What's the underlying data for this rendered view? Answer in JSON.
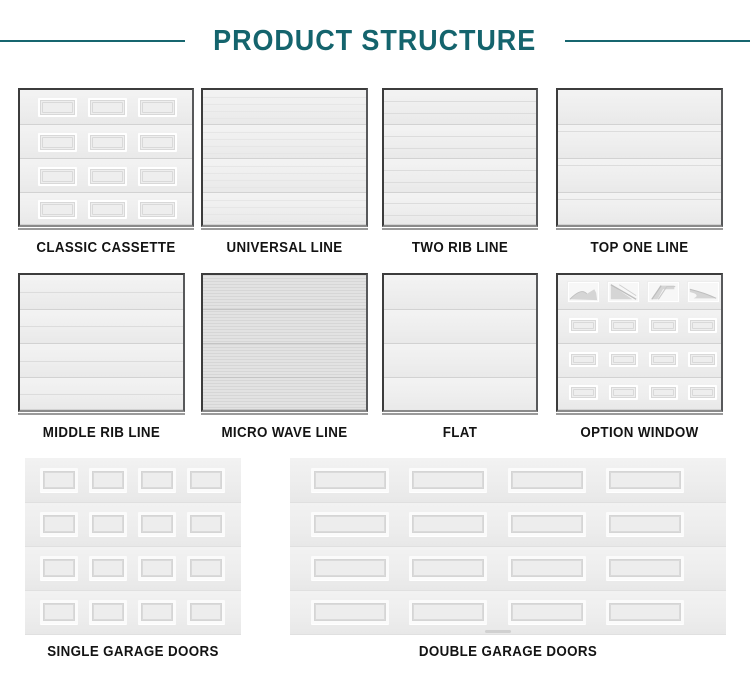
{
  "header": {
    "title": "PRODUCT STRUCTURE",
    "accent_color": "#14646d",
    "rule_color": "#17666f"
  },
  "rows": [
    {
      "items": [
        {
          "label": "CLASSIC CASSETTE",
          "pattern": "cassette",
          "sections": 4,
          "cols": 3
        },
        {
          "label": "UNIVERSAL LINE",
          "pattern": "fine-lines",
          "sections": 4,
          "ribs_per_section": 4
        },
        {
          "label": "TWO RIB LINE",
          "pattern": "two-rib",
          "sections": 4,
          "ribs_per_section": 2
        },
        {
          "label": "TOP ONE LINE",
          "pattern": "top-one",
          "sections": 4,
          "ribs_per_section": 1
        }
      ]
    },
    {
      "items": [
        {
          "label": "MIDDLE RIB LINE",
          "pattern": "middle-rib",
          "sections": 4,
          "ribs_per_section": 1
        },
        {
          "label": "MICRO WAVE LINE",
          "pattern": "micro-wave",
          "sections": 4
        },
        {
          "label": "FLAT",
          "pattern": "flat",
          "sections": 4
        },
        {
          "label": "OPTION WINDOW",
          "pattern": "option-window",
          "sections": 4,
          "cols": 4,
          "window_row": 1
        }
      ]
    }
  ],
  "bottom": {
    "items": [
      {
        "label": "SINGLE GARAGE DOORS",
        "pattern": "single",
        "rows": 4,
        "cols": 4
      },
      {
        "label": "DOUBLE GARAGE DOORS",
        "pattern": "double",
        "rows": 4,
        "cols": 4
      }
    ]
  },
  "window_designs": [
    {
      "name": "window-arc-low"
    },
    {
      "name": "window-diagonal-fan"
    },
    {
      "name": "window-double-slash"
    },
    {
      "name": "window-wave-spear"
    }
  ],
  "colors": {
    "door_fill": "#f0f0f0",
    "frame_dark": "#3c3c3c",
    "panel_edge": "#d8d8d8",
    "micro_wave_fill": "#dcdcdc",
    "caption_text": "#131313"
  }
}
